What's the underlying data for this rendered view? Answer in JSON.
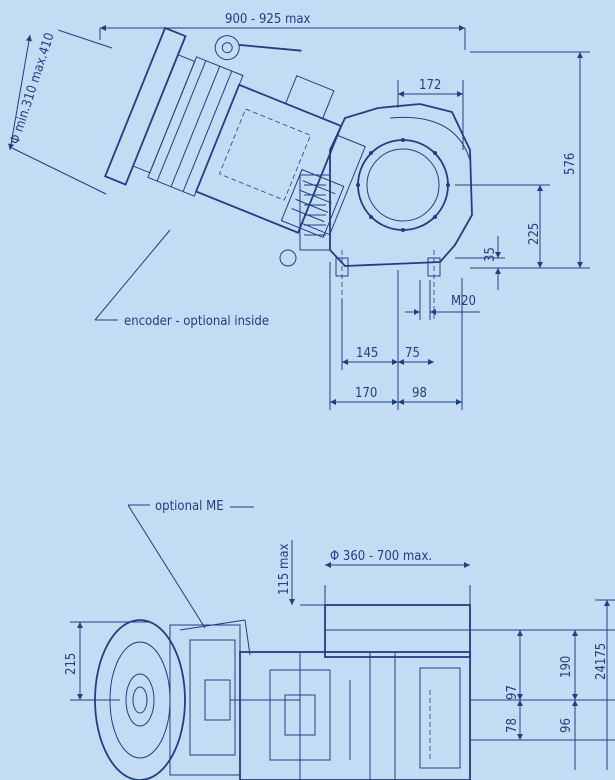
{
  "dimensions": {
    "overall_length": "900 - 925 max",
    "diameter_top": "Φ min.310 max.410",
    "d172": "172",
    "d576": "576",
    "d225": "225",
    "d35": "35",
    "m20": "M20",
    "d145": "145",
    "d75": "75",
    "d170": "170",
    "d98": "98",
    "d115": "115 max",
    "diameter_bottom": "Φ 360 - 700 max.",
    "d215": "215",
    "d190": "190",
    "d97": "97",
    "d78": "78",
    "d96": "96",
    "d24175": "24175"
  },
  "annotations": {
    "encoder": "encoder - optional inside",
    "optional_me": "optional ME"
  },
  "colors": {
    "background": "#c3dcf3",
    "ink": "#1f3f86"
  }
}
